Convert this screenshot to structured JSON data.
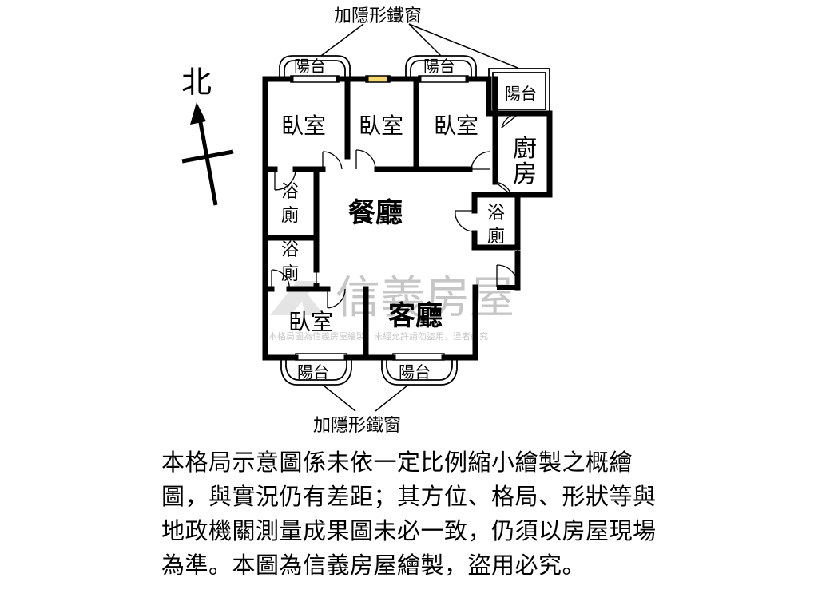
{
  "labels": {
    "window_top": "加隱形鐵窗",
    "window_bottom": "加隱形鐵窗",
    "north": "北",
    "balcony": "陽台",
    "bedroom": "臥室",
    "kitchen_1": "廚",
    "kitchen_2": "房",
    "dining": "餐廳",
    "bath_1": "浴",
    "bath_2": "廁",
    "living": "客廳"
  },
  "watermark": {
    "brand": "信義房屋",
    "notice": "本格局圖為信義房屋繪製，未經允許請勿盜用，違者必究"
  },
  "note": "本格局示意圖係未依一定比例縮小繪製之概繪圖，與實況仍有差距；其方位、格局、形狀等與地政機關測量成果圖未必一致，仍須以房屋現場為準。本圖為信義房屋繪製，盜用必究。"
}
